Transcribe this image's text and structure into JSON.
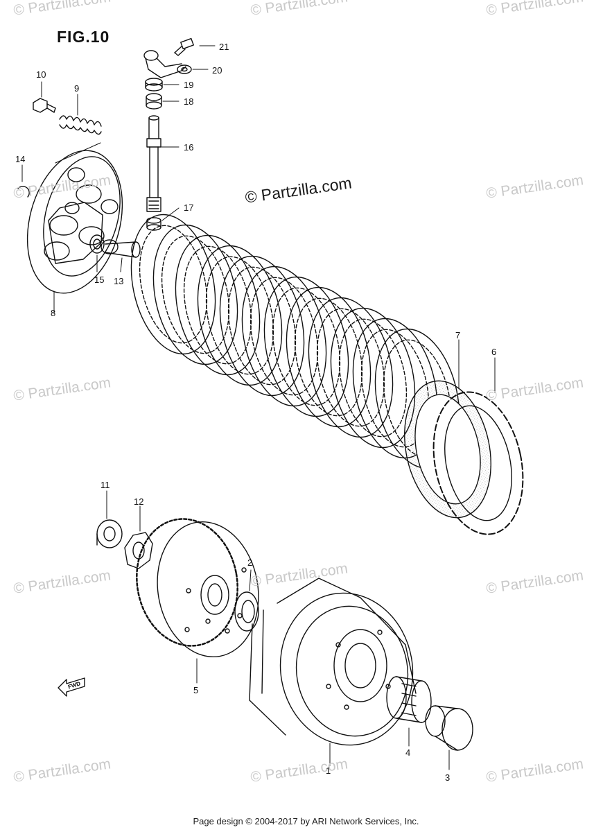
{
  "figure": {
    "title": "FIG.10"
  },
  "watermark": {
    "text": "© Partzilla.com",
    "main_text": "© Partzilla.com"
  },
  "callouts": [
    "1",
    "2",
    "3",
    "4",
    "5",
    "6",
    "7",
    "8",
    "9",
    "10",
    "11",
    "12",
    "13",
    "14",
    "15",
    "16",
    "17",
    "18",
    "19",
    "20",
    "21"
  ],
  "direction_marker": {
    "label": "FWD"
  },
  "footer": {
    "text": "Page design © 2004-2017 by ARI Network Services, Inc."
  }
}
